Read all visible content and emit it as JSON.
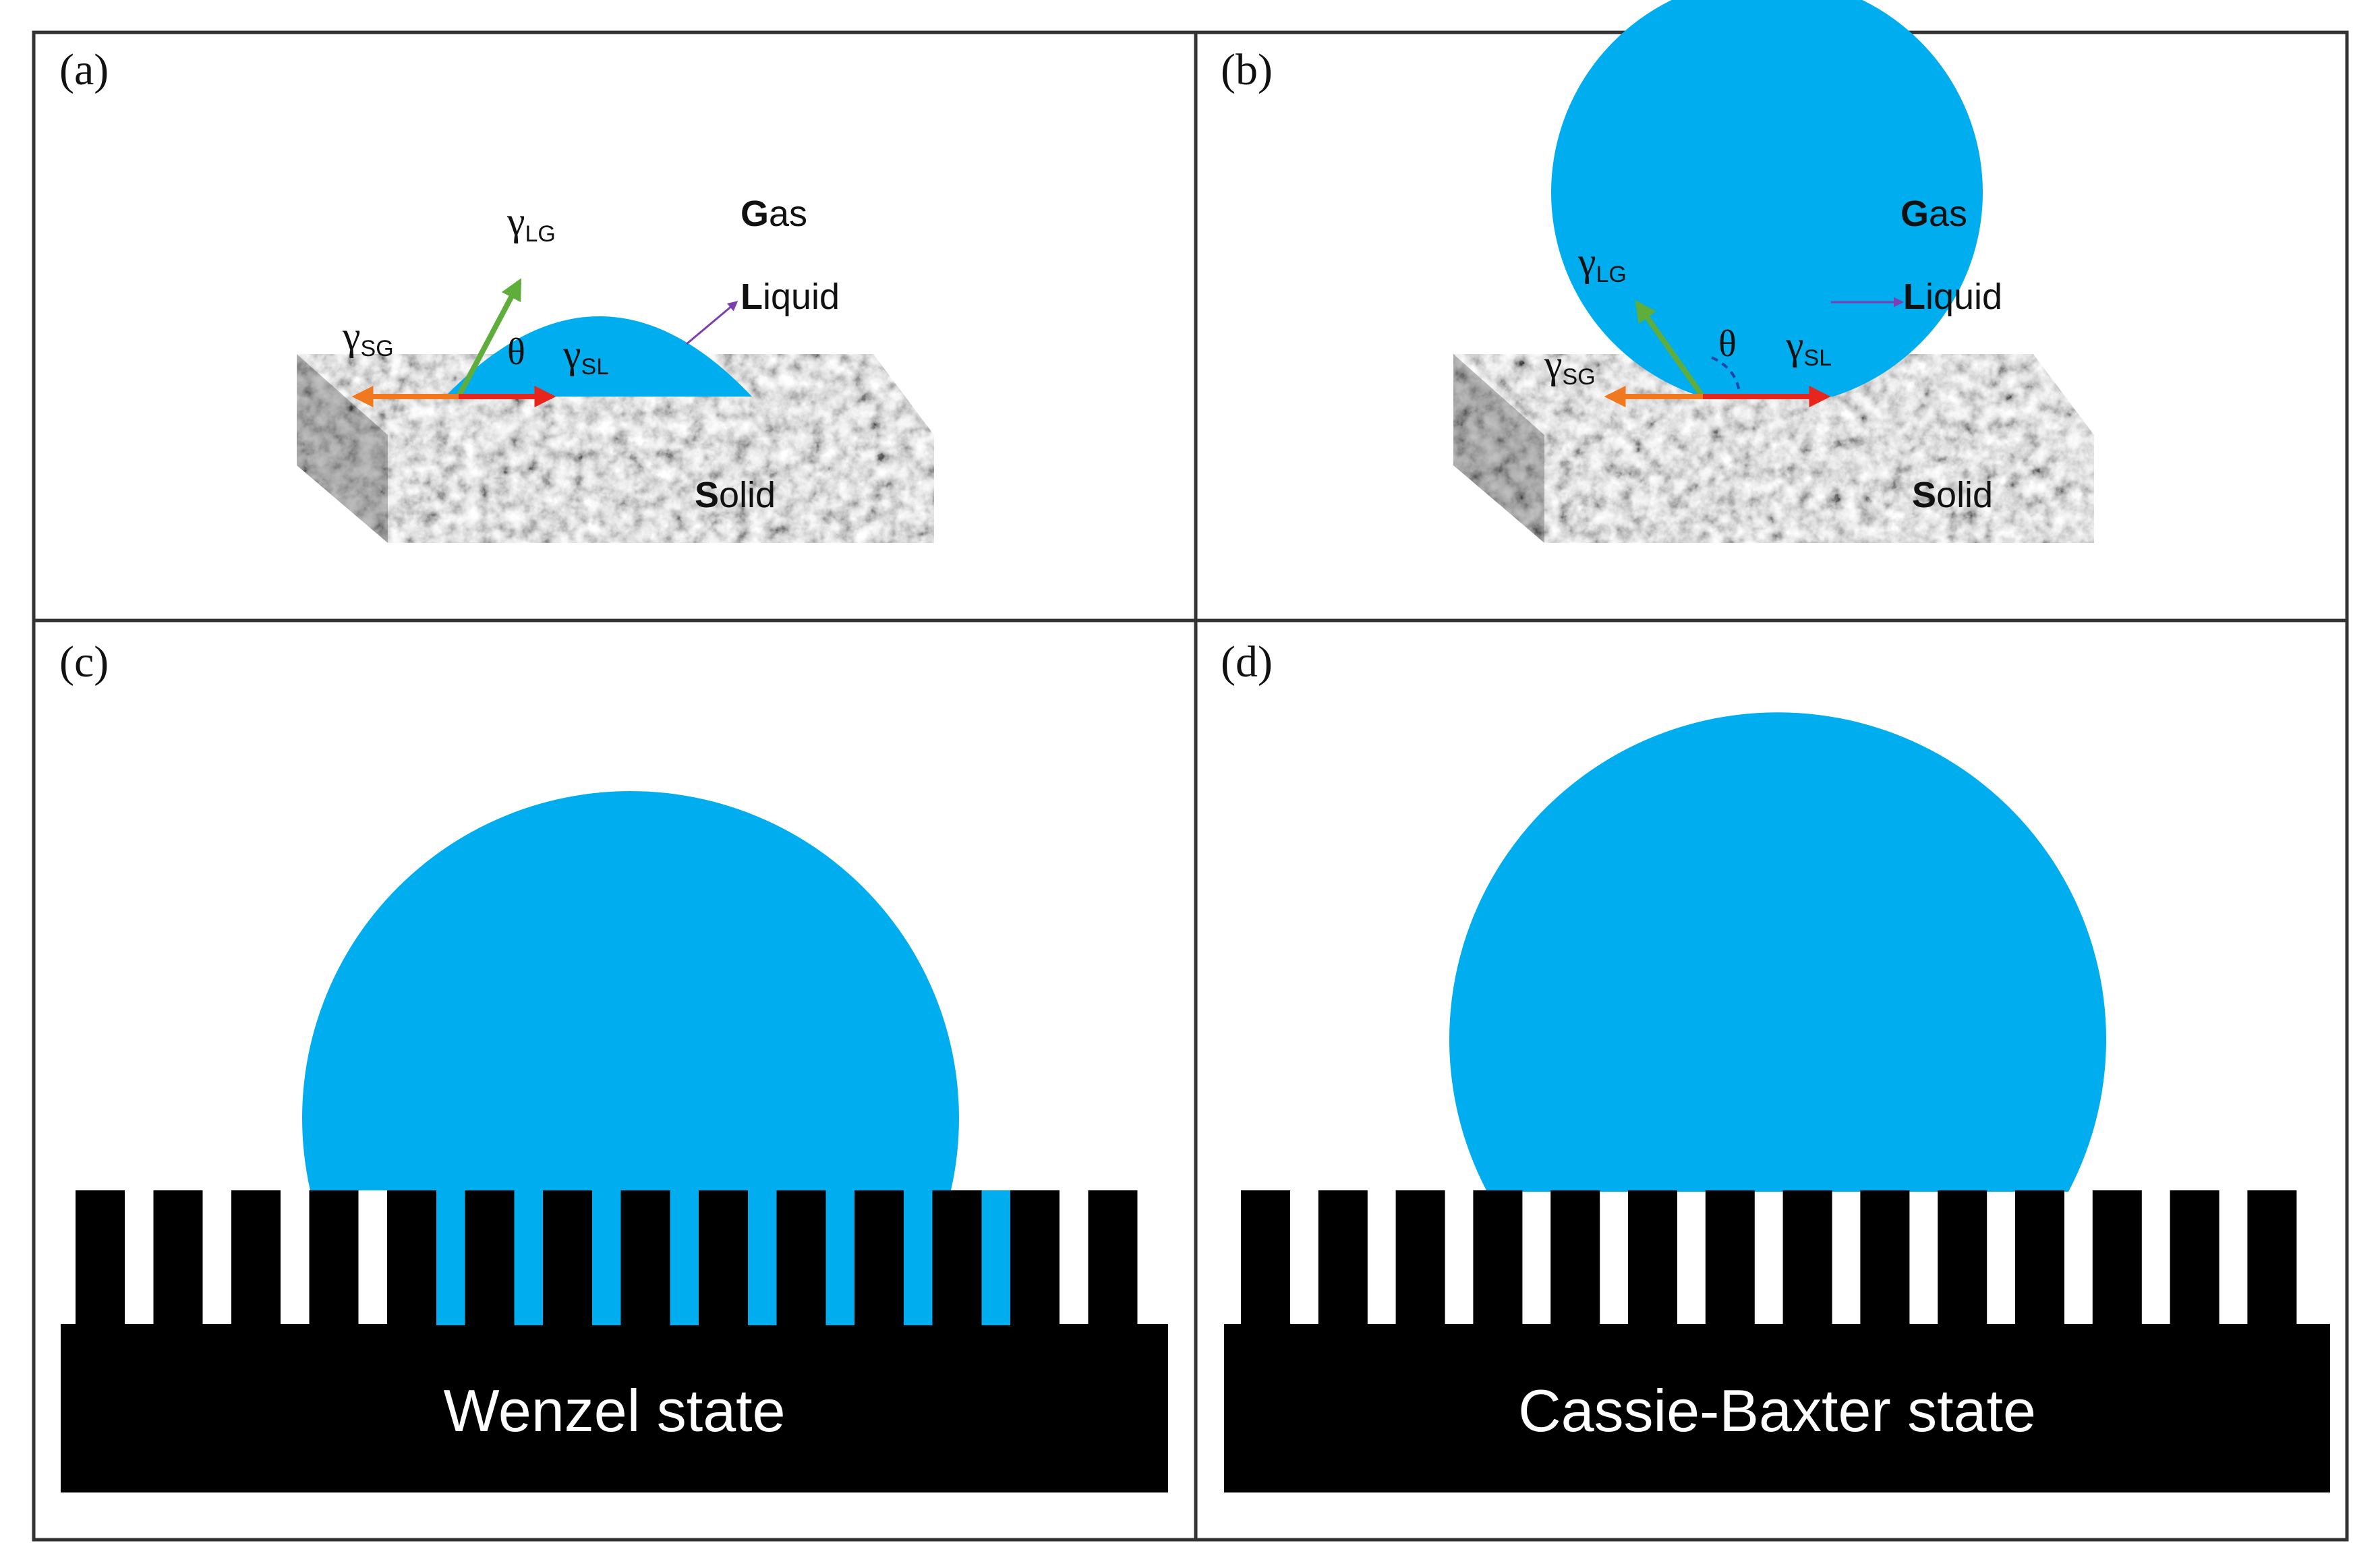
{
  "colors": {
    "liquid": "#00aeef",
    "solid_block": "#000000",
    "frame": "#333333",
    "gamma_lg_arrow": "#5fad3a",
    "gamma_sl_arrow": "#e8251d",
    "gamma_sg_arrow": "#f0791f",
    "pointer_arrow": "#7b3fb0",
    "state_label": "#ffffff"
  },
  "panels": {
    "a": {
      "letter": "(a)",
      "gamma": "γ",
      "lg": "LG",
      "sg": "SG",
      "sl": "SL",
      "theta": "θ",
      "gas_initial": "G",
      "gas_rest": "as",
      "liquid_initial": "L",
      "liquid_rest": "iquid",
      "solid_initial": "S",
      "solid_rest": "olid"
    },
    "b": {
      "letter": "(b)",
      "gamma": "γ",
      "lg": "LG",
      "sg": "SG",
      "sl": "SL",
      "theta": "θ",
      "gas_initial": "G",
      "gas_rest": "as",
      "liquid_initial": "L",
      "liquid_rest": "iquid",
      "solid_initial": "S",
      "solid_rest": "olid"
    },
    "c": {
      "letter": "(c)",
      "state_label": "Wenzel state"
    },
    "d": {
      "letter": "(d)",
      "state_label": "Cassie-Baxter state"
    }
  }
}
